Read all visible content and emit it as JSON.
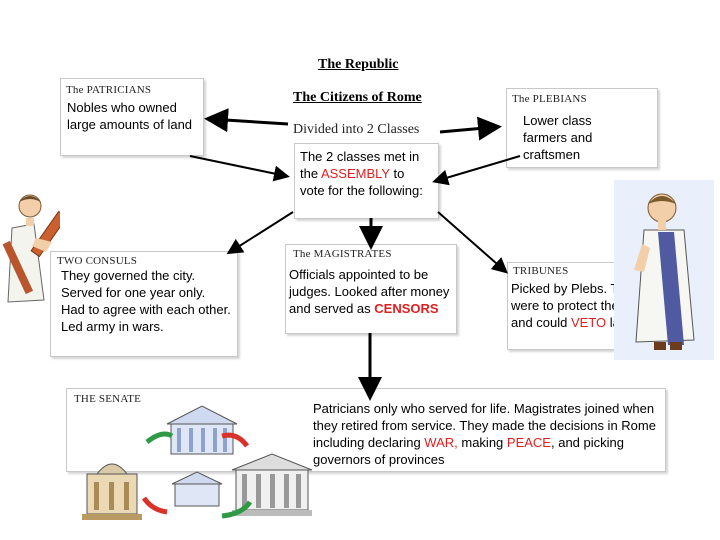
{
  "title": "The Republic",
  "citizens_title": "The Citizens of Rome",
  "divided_title": "Divided into 2 Classes",
  "patricians": {
    "header": "The PATRICIANS",
    "text": "Nobles who owned large amounts of land"
  },
  "plebians": {
    "header": "The PLEBIANS",
    "text": "Lower class farmers and craftsmen"
  },
  "assembly": {
    "text_before": "The 2 classes met in the ",
    "highlight": "ASSEMBLY",
    "text_after": " to vote for the following:"
  },
  "consuls": {
    "header": "TWO CONSULS",
    "text": "They governed the city. Served for one year only. Had to agree with each other. Led army in wars."
  },
  "magistrates": {
    "header": "The MAGISTRATES",
    "text_before": "Officials appointed to be judges. Looked after money and served as ",
    "highlight": "CENSORS"
  },
  "tribunes": {
    "header": "TRIBUNES",
    "text_before": "Picked by Plebs. They were to protect the poor and could ",
    "highlight": "VETO",
    "text_after": " laws."
  },
  "senate": {
    "header": "THE SENATE",
    "text_before": "Patricians only who served for life. Magistrates joined when they retired from service. They made the decisions in Rome including declaring ",
    "highlight1": "WAR,",
    "text_middle": " making ",
    "highlight2": "PEACE",
    "text_after": ", and picking governors of provinces"
  },
  "colors": {
    "highlight": "#e02020",
    "arrow": "#000000"
  }
}
